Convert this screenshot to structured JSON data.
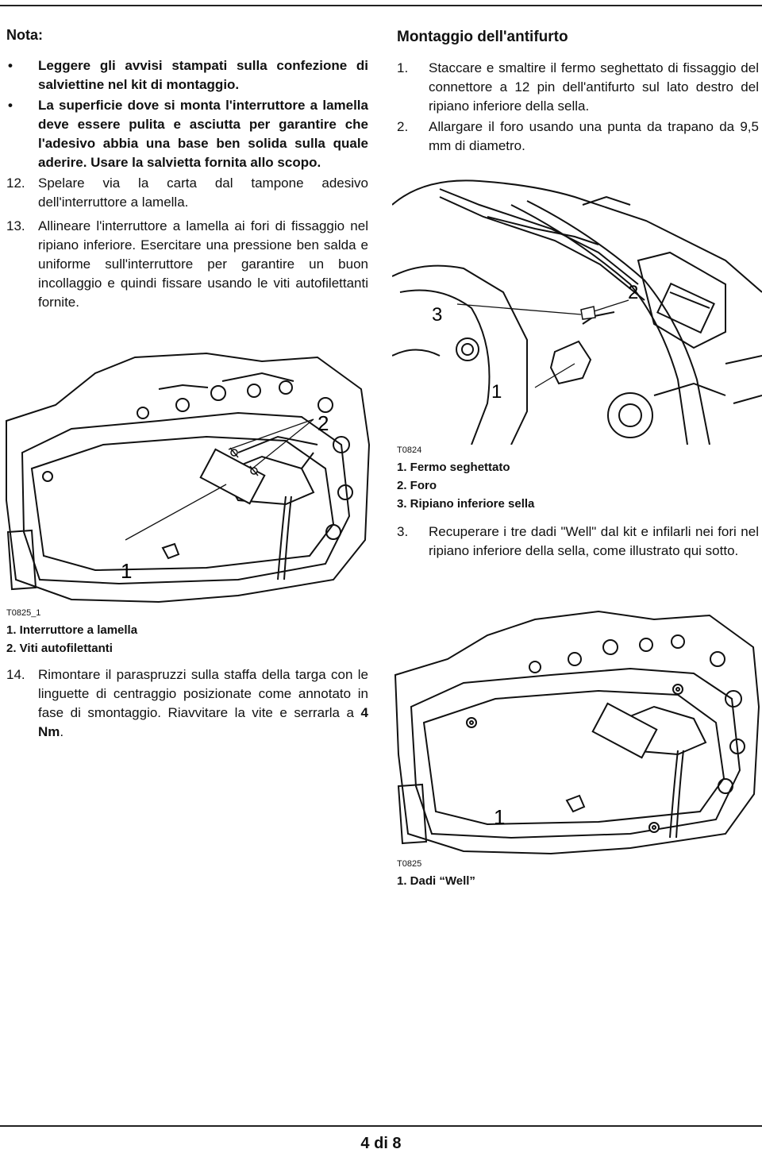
{
  "nota": {
    "title": "Nota:",
    "bullets": [
      "Leggere gli avvisi stampati sulla confezione di salviettine nel kit di montaggio.",
      "La superficie dove si monta l'interruttore a lamella deve essere pulita e asciutta per garantire che l'adesivo abbia una base ben solida sulla quale aderire. Usare la salvietta fornita allo scopo."
    ]
  },
  "left_steps": [
    {
      "num": "12.",
      "text": "Spelare via la carta dal tampone adesivo dell'interruttore a lamella."
    },
    {
      "num": "13.",
      "text": "Allineare l'interruttore a lamella ai fori di fissaggio nel ripiano inferiore. Esercitare una pressione ben salda e uniforme sull'interruttore per garantire un buon incollaggio e quindi fissare usando le viti autofilettanti fornite."
    }
  ],
  "fig_left": {
    "code": "T0825_1",
    "callouts": [
      "1",
      "2"
    ],
    "legend": [
      "1. Interruttore a lamella",
      "2. Viti autofilettanti"
    ]
  },
  "step14": {
    "num": "14.",
    "text_pre": "Rimontare il paraspruzzi sulla staffa della targa con le linguette di centraggio posizionate come annotato in fase di smontaggio. Riavvitare la vite e serrarla a ",
    "text_bold": "4 Nm",
    "text_post": "."
  },
  "right": {
    "heading": "Montaggio dell'antifurto",
    "steps": [
      {
        "num": "1.",
        "text": "Staccare e smaltire il fermo seghettato di fissaggio del connettore a 12 pin dell'antifurto sul lato destro del ripiano inferiore della sella."
      },
      {
        "num": "2.",
        "text": "Allargare il foro usando una punta da trapano da 9,5 mm di diametro."
      }
    ],
    "fig1": {
      "code": "T0824",
      "callouts": [
        "2",
        "3",
        "1"
      ],
      "legend": [
        "1. Fermo seghettato",
        "2. Foro",
        "3. Ripiano inferiore sella"
      ]
    },
    "step3": {
      "num": "3.",
      "text": "Recuperare i tre dadi \"Well\" dal kit e infilarli nei fori nel ripiano inferiore della sella, come illustrato qui sotto."
    },
    "fig2": {
      "code": "T0825",
      "callouts": [
        "1"
      ],
      "legend": [
        "1. Dadi “Well”"
      ]
    }
  },
  "footer": "4 di 8"
}
